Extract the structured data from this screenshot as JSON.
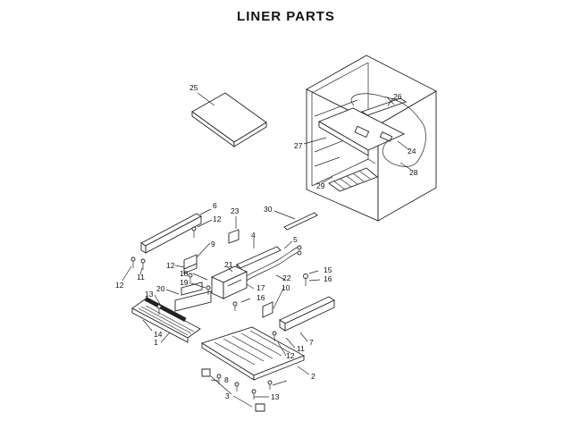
{
  "title": "LINER PARTS",
  "callouts": {
    "c1": "1",
    "c2": "2",
    "c3": "3",
    "c5": "5",
    "c6": "6",
    "c7": "7",
    "c8": "8",
    "c9": "9",
    "c10": "10",
    "c11a": "11",
    "c11b": "11",
    "c12a": "12",
    "c12b": "12",
    "c12c": "12",
    "c12d": "12",
    "c13a": "13",
    "c13b": "13",
    "c14": "14",
    "c15": "15",
    "c16a": "16",
    "c16b": "16",
    "c17": "17",
    "c18": "18",
    "c19": "19",
    "c20": "20",
    "c21": "21",
    "c22": "22",
    "c23": "23",
    "c4": "4",
    "c24": "24",
    "c25": "25",
    "c26": "26",
    "c27": "27",
    "c28": "28",
    "c29": "29",
    "c30": "30"
  }
}
